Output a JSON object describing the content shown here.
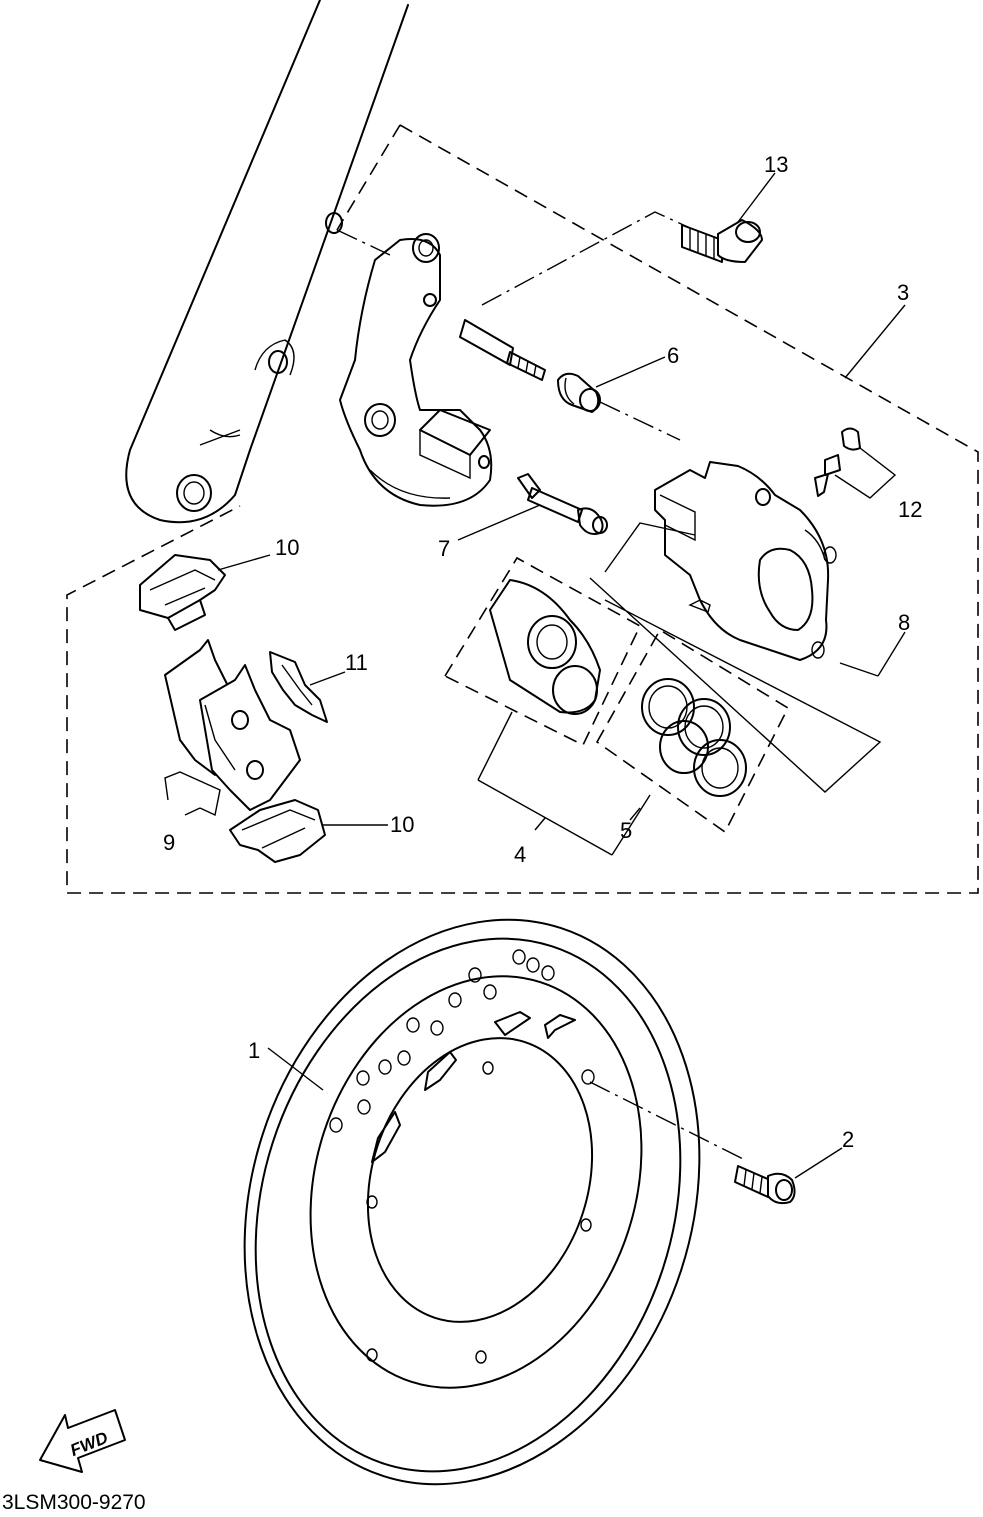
{
  "diagram": {
    "callouts": [
      {
        "id": "c1",
        "label": "1"
      },
      {
        "id": "c2",
        "label": "2"
      },
      {
        "id": "c3",
        "label": "3"
      },
      {
        "id": "c4",
        "label": "4"
      },
      {
        "id": "c5",
        "label": "5"
      },
      {
        "id": "c6",
        "label": "6"
      },
      {
        "id": "c7",
        "label": "7"
      },
      {
        "id": "c8",
        "label": "8"
      },
      {
        "id": "c9",
        "label": "9"
      },
      {
        "id": "c10a",
        "label": "10"
      },
      {
        "id": "c10b",
        "label": "10"
      },
      {
        "id": "c11",
        "label": "11"
      },
      {
        "id": "c12",
        "label": "12"
      },
      {
        "id": "c13",
        "label": "13"
      }
    ],
    "fwd_label": "FWD",
    "drawing_code": "3LSM300-9270"
  }
}
